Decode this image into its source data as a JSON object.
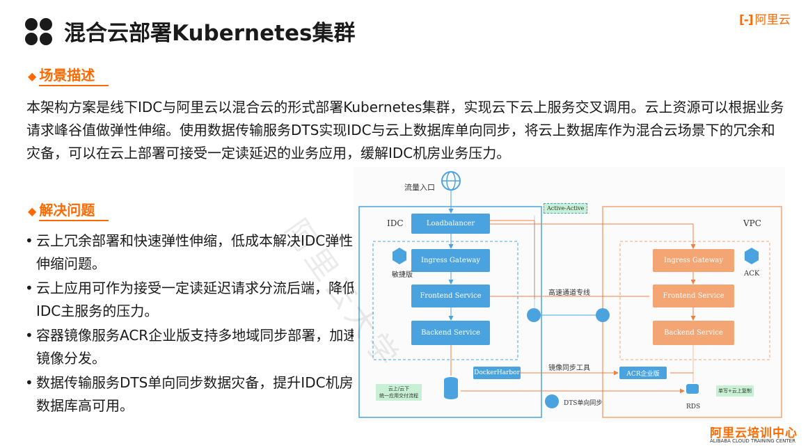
{
  "header": {
    "title": "混合云部署Kubernetes集群",
    "brand": "阿里云",
    "brand_mark": "[-]"
  },
  "scenario": {
    "heading": "场景描述",
    "text": "本架构方案是线下IDC与阿里云以混合云的形式部署Kubernetes集群，实现云下云上服务交叉调用。云上资源可以根据业务请求峰谷值做弹性伸缩。使用数据传输服务DTS实现IDC与云上数据库单向同步，将云上数据库作为混合云场景下的冗余和灾备，可以在云上部署可接受一定读延迟的业务应用，缓解IDC机房业务压力。"
  },
  "problems": {
    "heading": "解决问题",
    "items": [
      "云上冗余部署和快速弹性伸缩，低成本解决IDC弹性伸缩问题。",
      "云上应用可作为接受一定读延迟请求分流后端，降低IDC主服务的压力。",
      "容器镜像服务ACR企业版支持多地域同步部署，加速镜像分发。",
      "数据传输服务DTS单向同步数据灾备，提升IDC机房数据库高可用。"
    ]
  },
  "diagram": {
    "traffic_entry": "流量入口",
    "idc_label": "IDC",
    "vpc_label": "VPC",
    "active_active": "Active-Active",
    "loadbalancer": "Loadbalancer",
    "idc_ingress": "Ingress Gateway",
    "idc_frontend": "Frontend Service",
    "idc_backend": "Backend Service",
    "agile_label": "敏捷版",
    "ack_label": "ACK",
    "vpc_ingress": "Ingress Gateway",
    "vpc_frontend": "Frontend Service",
    "vpc_backend": "Backend Service",
    "express_link": "高速通道专线",
    "mirror_sync": "镜像同步工具",
    "docker_harbor": "DockerHarbor",
    "acr": "ACR企业版",
    "cloud_note": "云上/云下\n统一应用交付流程",
    "dts_sync": "DTS单向同步",
    "rds": "RDS",
    "rds_note": "单写+云上复制"
  },
  "footer": {
    "cn": "阿里云培训中心",
    "en": "ALIBABA CLOUD TRAINING CENTER"
  },
  "watermark": "阿里云大学",
  "colors": {
    "accent": "#ff6a00",
    "idc_blue": "#4aa3df",
    "vpc_orange": "#f4a574"
  }
}
